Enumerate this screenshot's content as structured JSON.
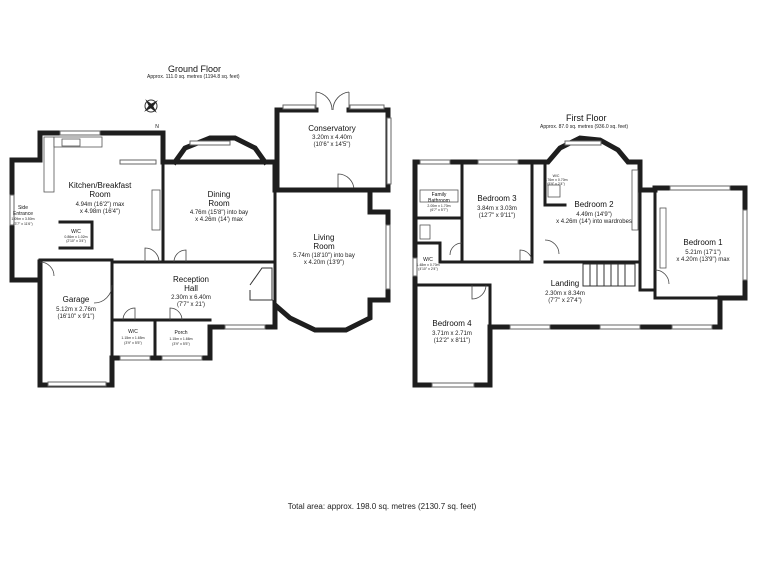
{
  "ground_floor": {
    "title": "Ground Floor",
    "area": "Approx. 111.0 sq. metres (1194.8 sq. feet)",
    "rooms": {
      "kitchen": {
        "name1": "Kitchen/Breakfast",
        "name2": "Room",
        "dim1": "4.94m (16'2\") max",
        "dim2": "x 4.98m (16'4\")"
      },
      "dining": {
        "name": "Dining",
        "name2": "Room",
        "dim1": "4.76m (15'8\") into bay",
        "dim2": "x 4.26m (14') max"
      },
      "conservatory": {
        "name": "Conservatory",
        "dim1": "3.20m x 4.40m",
        "dim2": "(10'6\" x 14'5\")"
      },
      "living": {
        "name1": "Living",
        "name2": "Room",
        "dim1": "5.74m (18'10\") into bay",
        "dim2": "x 4.20m (13'9\")"
      },
      "reception": {
        "name1": "Reception",
        "name2": "Hall",
        "dim1": "2.30m x 6.40m",
        "dim2": "(7'7\" x 21')"
      },
      "garage": {
        "name": "Garage",
        "dim1": "5.12m x 2.76m",
        "dim2": "(16'10\" x 9'1\")"
      },
      "wc_small": {
        "name": "W/C",
        "dim1": "0.86m x 1.02m",
        "dim2": "(2'10\" x 3'4\")"
      },
      "wc": {
        "name": "W/C",
        "dim1": "1.15m x 1.65m",
        "dim2": "(3'9\" x 5'5\")"
      },
      "porch": {
        "name": "Porch",
        "dim1": "1.15m x 1.66m",
        "dim2": "(3'9\" x 5'5\")"
      },
      "side_entrance": {
        "name1": "Side",
        "name2": "Entrance",
        "dim1": "1.09m x 3.50m",
        "dim2": "(3'7\" x 11'6\")"
      }
    }
  },
  "first_floor": {
    "title": "First Floor",
    "area": "Approx. 87.0 sq. metres (936.0 sq. feet)",
    "rooms": {
      "family_bathroom": {
        "name1": "Family",
        "name2": "Bathroom",
        "dim1": "2.00m x 1.70m",
        "dim2": "(6'7\" x 5'7\")"
      },
      "bedroom3": {
        "name": "Bedroom 3",
        "dim1": "3.84m x 3.03m",
        "dim2": "(12'7\" x 9'11\")"
      },
      "wc_en": {
        "name": "W/C",
        "dim1": "1.76m x 0.70m",
        "dim2": "(5'9\" x 2'4\")"
      },
      "bedroom2": {
        "name": "Bedroom 2",
        "dim1": "4.49m (14'9\")",
        "dim2": "x 4.26m (14') into wardrobes"
      },
      "bedroom1": {
        "name": "Bedroom 1",
        "dim1": "5.21m (17'1\")",
        "dim2": "x 4.20m (13'9\") max"
      },
      "wc_first": {
        "name": "W/C",
        "dim1": "1.48m x 0.70m",
        "dim2": "(4'10\" x 2'4\")"
      },
      "landing": {
        "name": "Landing",
        "dim1": "2.30m x 8.34m",
        "dim2": "(7'7\" x 27'4\")"
      },
      "bedroom4": {
        "name": "Bedroom 4",
        "dim1": "3.71m x 2.71m",
        "dim2": "(12'2\" x 8'11\")"
      }
    }
  },
  "compass_label": "N",
  "total_area": "Total area: approx. 198.0 sq. metres (2130.7 sq. feet)"
}
